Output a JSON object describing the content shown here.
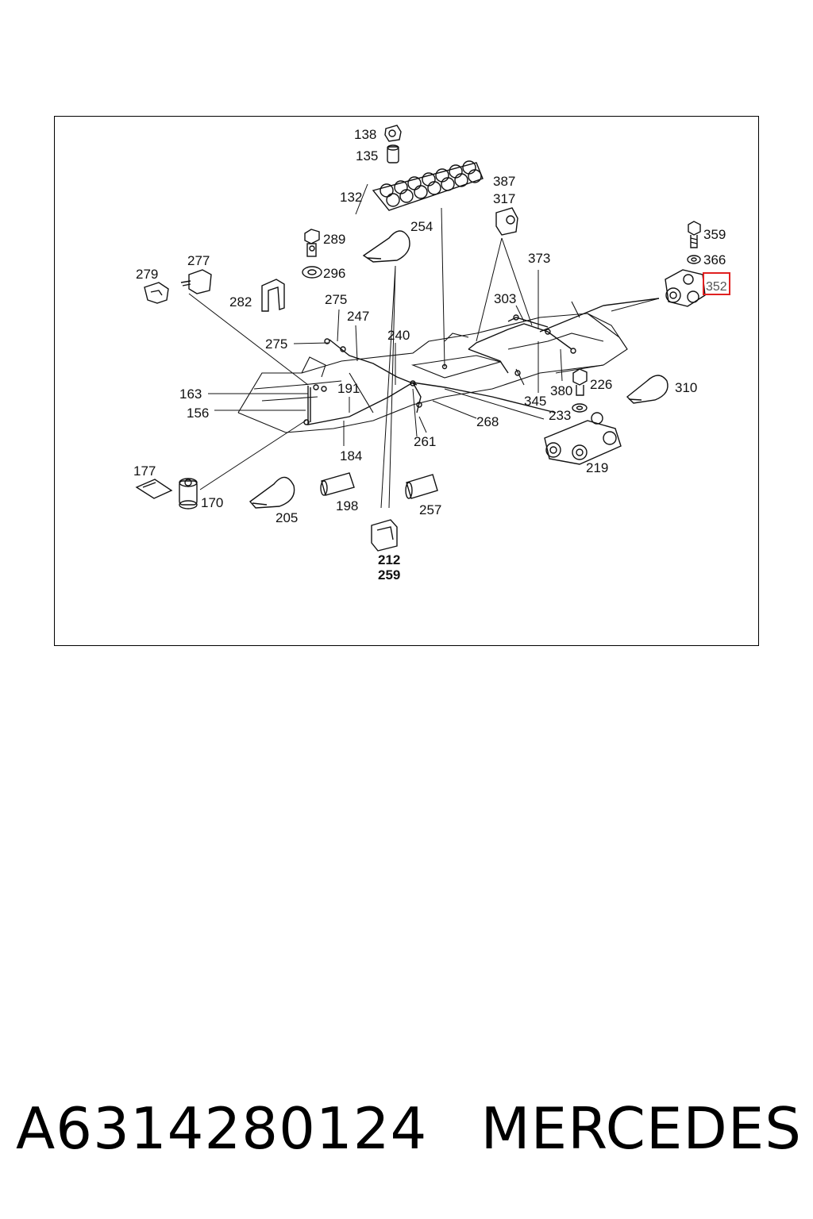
{
  "labels": {
    "l138": "138",
    "l135": "135",
    "l132": "132",
    "l387": "387",
    "l317": "317",
    "l254": "254",
    "l289": "289",
    "l296": "296",
    "l359": "359",
    "l366": "366",
    "l352": "352",
    "l279": "279",
    "l277": "277",
    "l282": "282",
    "l373": "373",
    "l275a": "275",
    "l275b": "275",
    "l247": "247",
    "l303": "303",
    "l240": "240",
    "l163": "163",
    "l156": "156",
    "l191": "191",
    "l226": "226",
    "l380": "380",
    "l310": "310",
    "l345": "345",
    "l233": "233",
    "l268": "268",
    "l261": "261",
    "l184": "184",
    "l219": "219",
    "l177": "177",
    "l170": "170",
    "l205": "205",
    "l198": "198",
    "l257": "257",
    "l212": "212",
    "l259": "259"
  },
  "highlight_label": "352",
  "footer": {
    "part_number": "A6314280124",
    "brand": "MERCEDES"
  },
  "colors": {
    "highlight": "#e02020",
    "line": "#111111"
  }
}
